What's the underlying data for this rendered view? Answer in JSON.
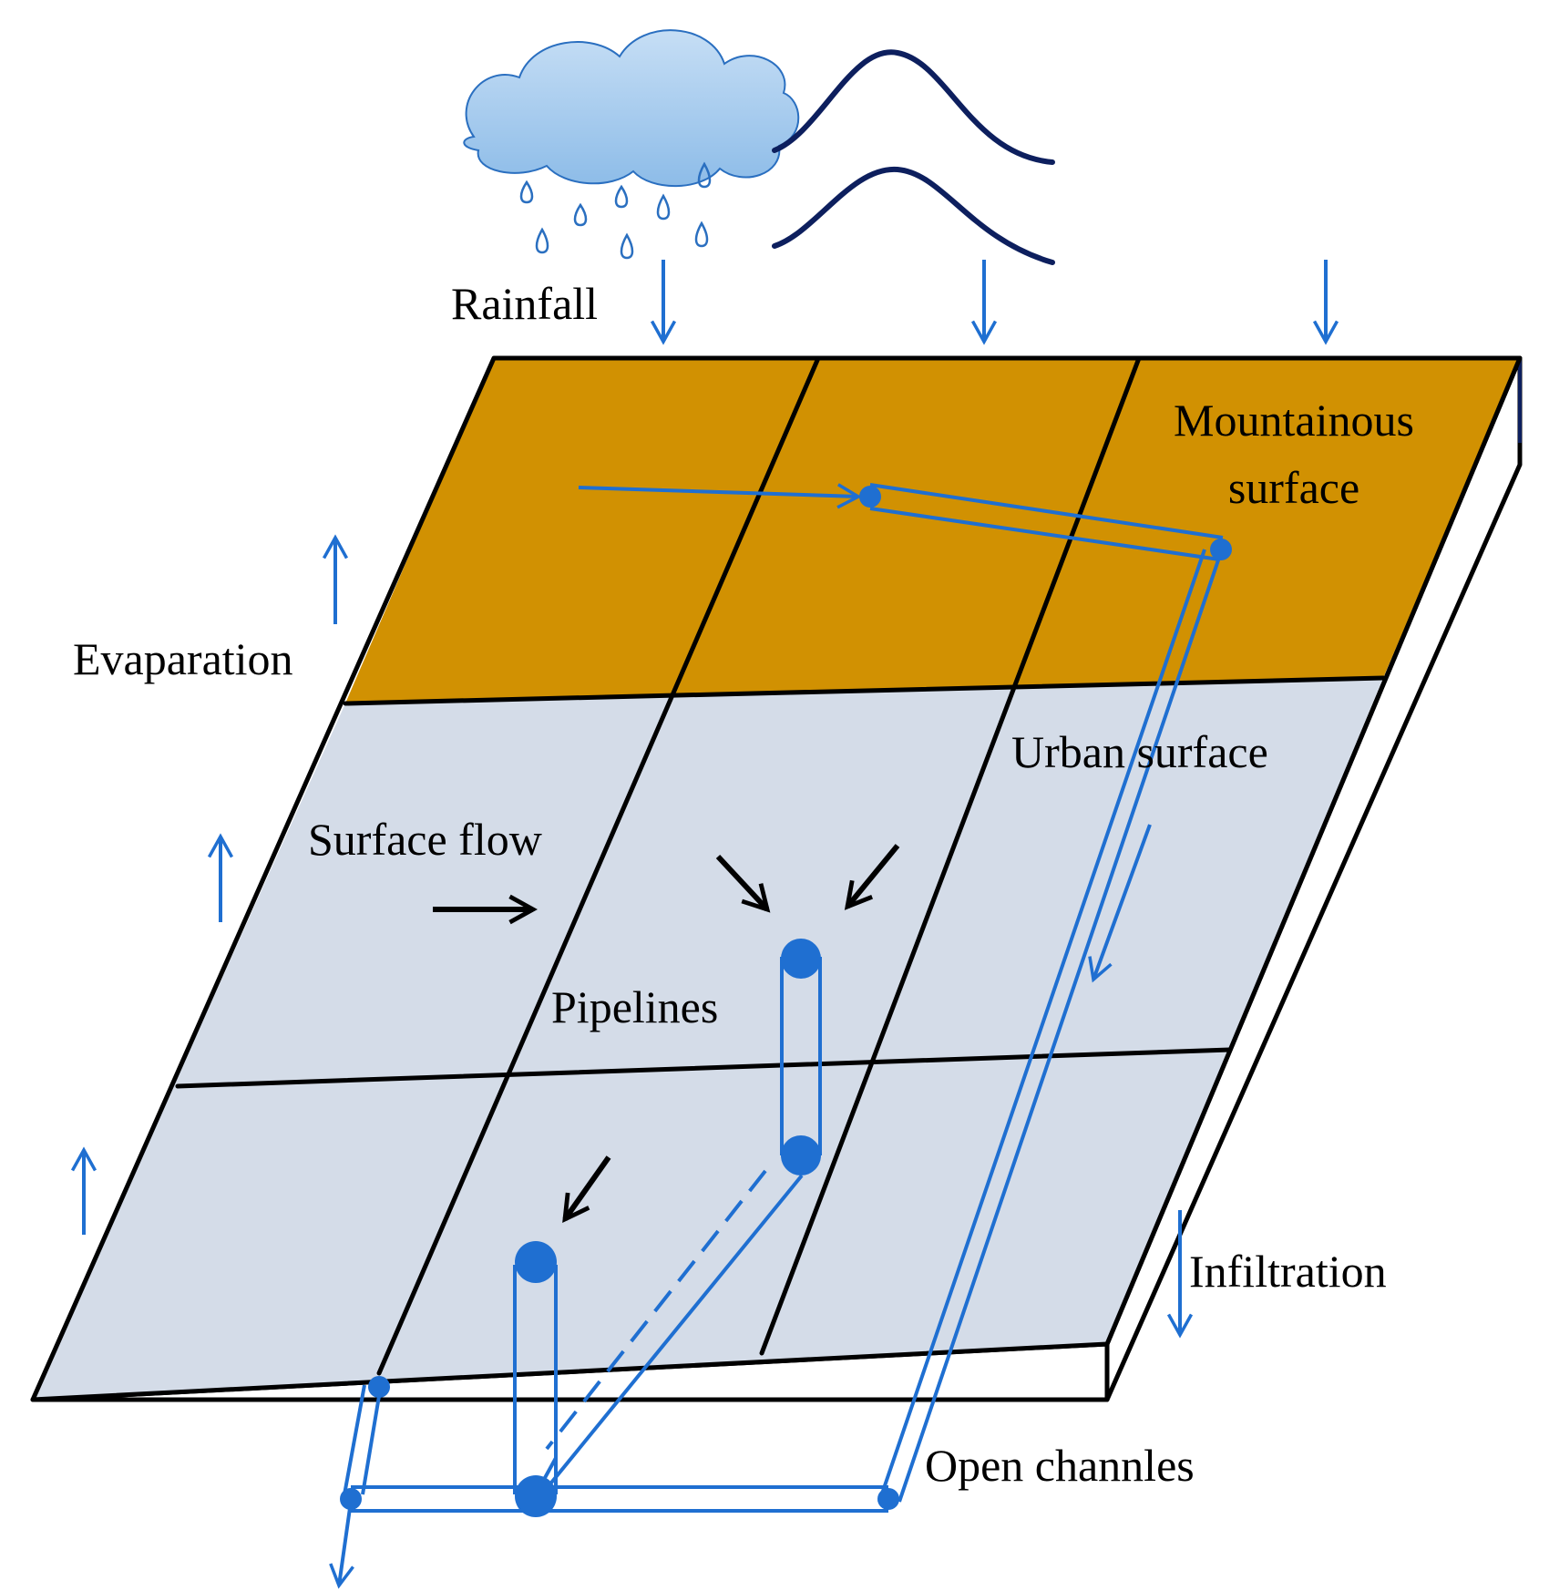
{
  "labels": {
    "rainfall": "Rainfall",
    "mountainous_line1": "Mountainous",
    "mountainous_line2": "surface",
    "evaporation": "Evaparation",
    "urban_surface": "Urban surface",
    "surface_flow": "Surface flow",
    "pipelines": "Pipelines",
    "infiltration": "Infiltration",
    "open_channels": "Open channles"
  },
  "icons": {
    "cloud": "rain-cloud-icon",
    "hydrograph": "hydrograph-curve-icon"
  },
  "colors": {
    "mountain_fill": "#d19102",
    "urban_fill": "#d4dce8",
    "water_blue": "#1f6fd1",
    "outline": "#000000",
    "curve": "#0d1f5e",
    "cloud_top": "#c6def5",
    "cloud_bottom": "#8dbce8"
  }
}
